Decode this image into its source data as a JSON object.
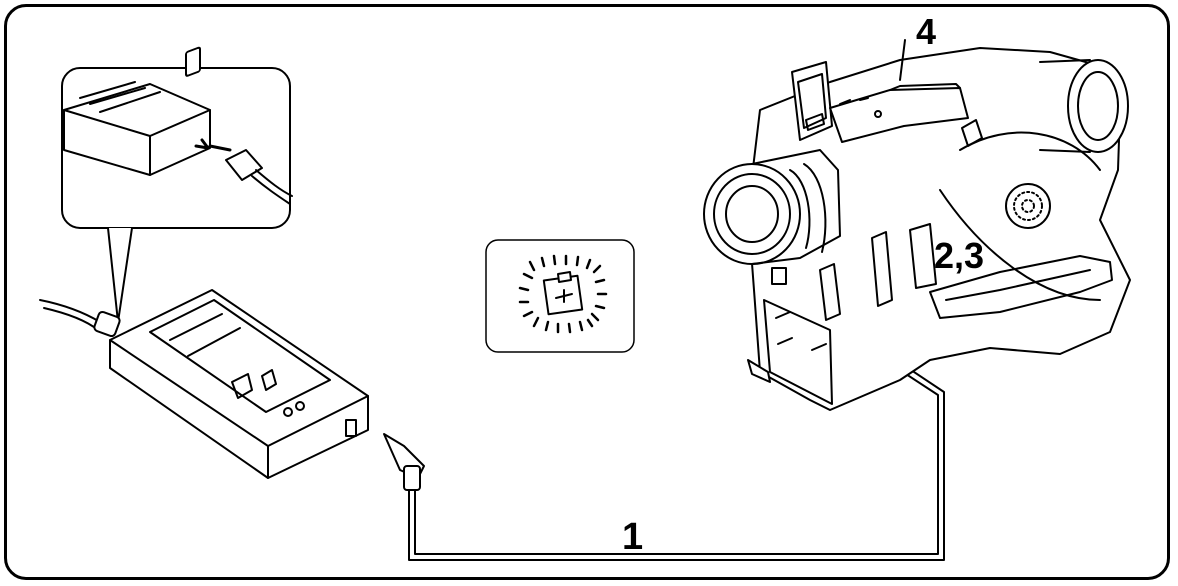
{
  "callouts": {
    "step_1": "1",
    "step_2_3": "2,3",
    "step_4": "4"
  },
  "icons": [
    "battery-charging-blink-icon",
    "power-plug-icon",
    "dc-plug-icon",
    "ac-adaptor",
    "camcorder"
  ]
}
